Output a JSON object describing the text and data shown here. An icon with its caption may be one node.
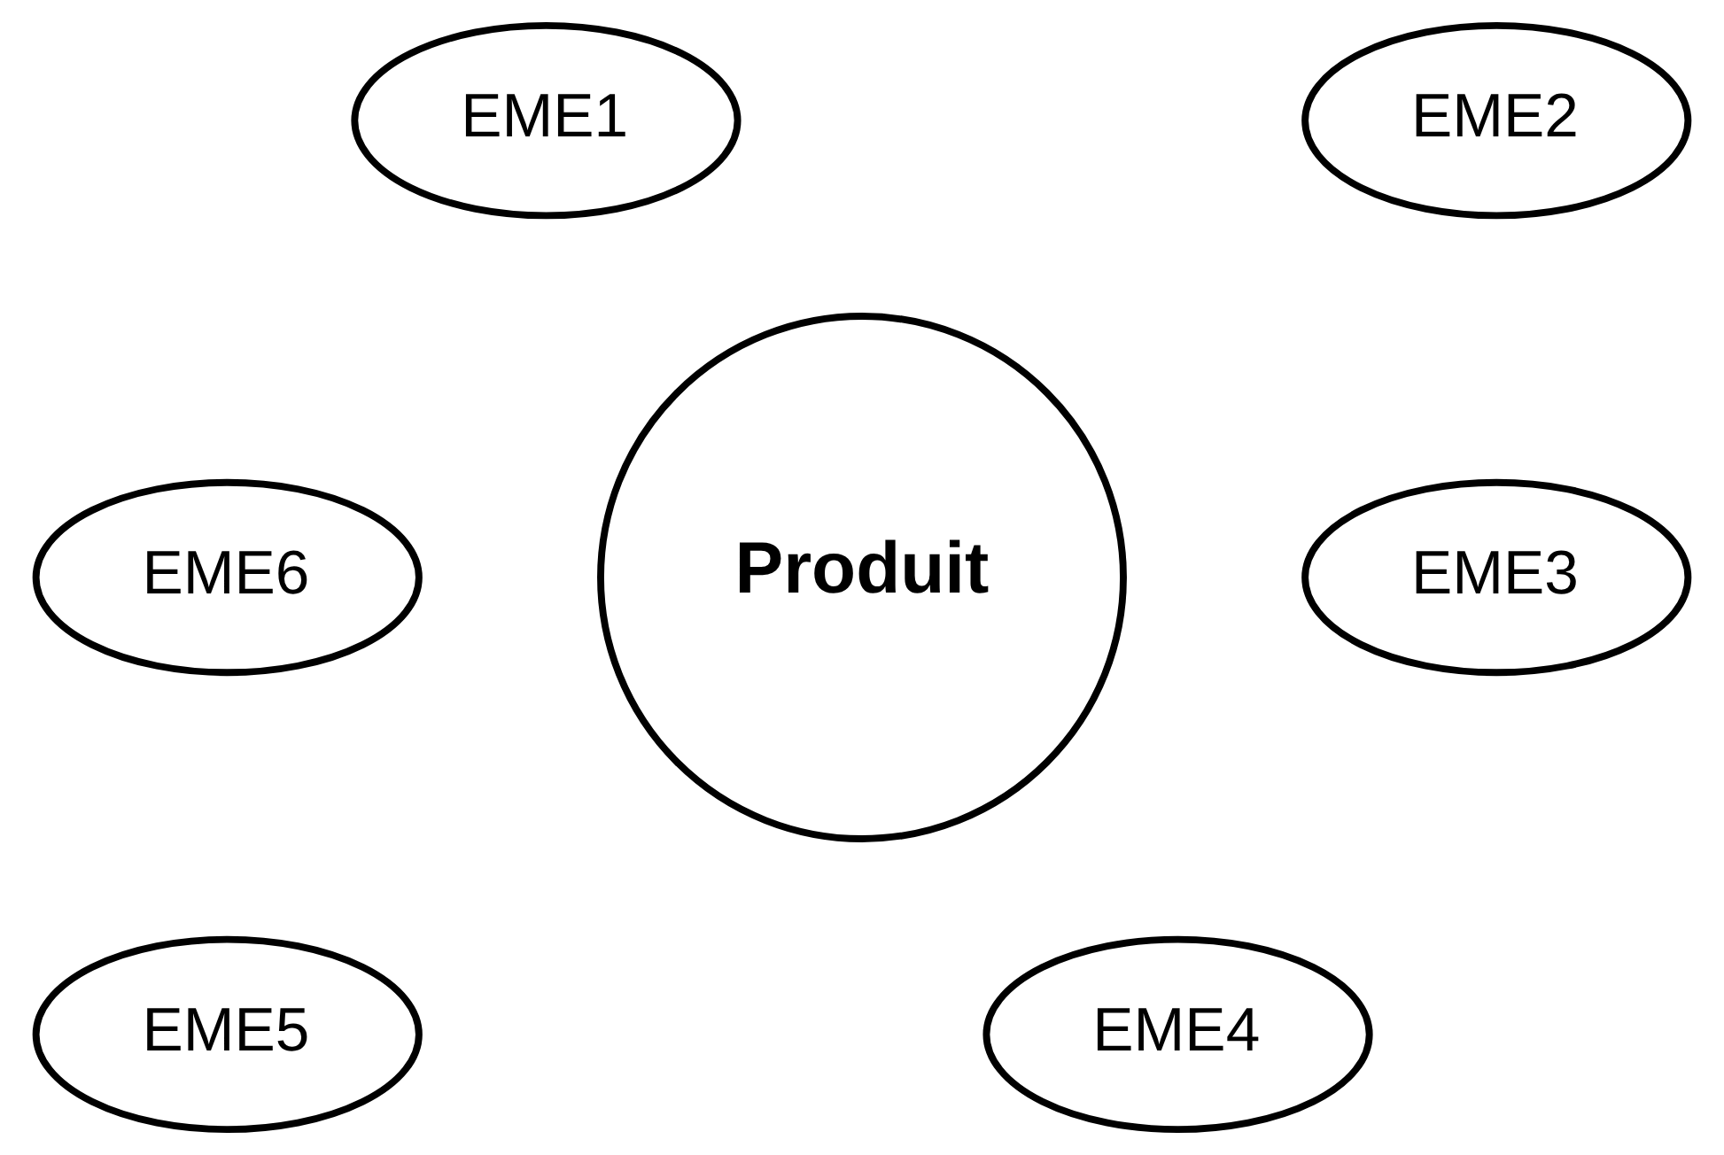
{
  "diagram": {
    "nodes": [
      {
        "text": [
          "EME1"
        ]
      },
      {
        "text": [
          "EME2"
        ]
      },
      {
        "text": [
          "Produit"
        ]
      },
      {
        "text": [
          "EME3"
        ]
      },
      {
        "text": [
          "EME6"
        ]
      },
      {
        "text": [
          "EME4"
        ]
      },
      {
        "text": [
          "EME5"
        ]
      }
    ],
    "edges": []
  }
}
